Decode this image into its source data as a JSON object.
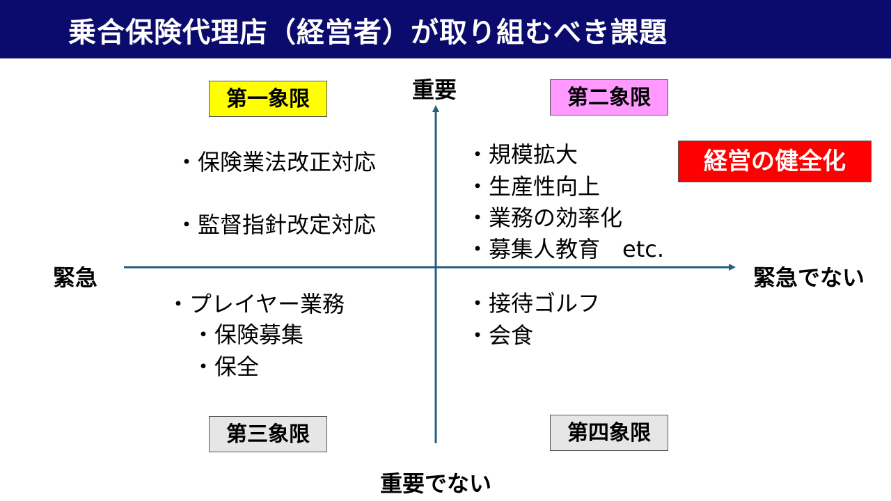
{
  "title": "乗合保険代理店（経営者）が取り組むべき課題",
  "axes": {
    "top": "重要",
    "bottom": "重要でない",
    "left": "緊急",
    "right": "緊急でない"
  },
  "quadrants": {
    "q1": {
      "label": "第一象限",
      "color": "#ffff00"
    },
    "q2": {
      "label": "第二象限",
      "color": "#ff99ff"
    },
    "q3": {
      "label": "第三象限",
      "color": "#e6e6e6"
    },
    "q4": {
      "label": "第四象限",
      "color": "#e6e6e6"
    }
  },
  "items": {
    "q1": [
      "・保険業法改正対応",
      "・監督指針改定対応"
    ],
    "q2": [
      "・規模拡大",
      "・生産性向上",
      "・業務の効率化",
      "・募集人教育　etc."
    ],
    "q3": [
      "・プレイヤー業務",
      "・保険募集",
      "・保全"
    ],
    "q4": [
      "・接待ゴルフ",
      "・会食"
    ]
  },
  "badge": {
    "label": "経営の健全化",
    "color": "#ff0000"
  },
  "axis_color": "#1f5f7f"
}
